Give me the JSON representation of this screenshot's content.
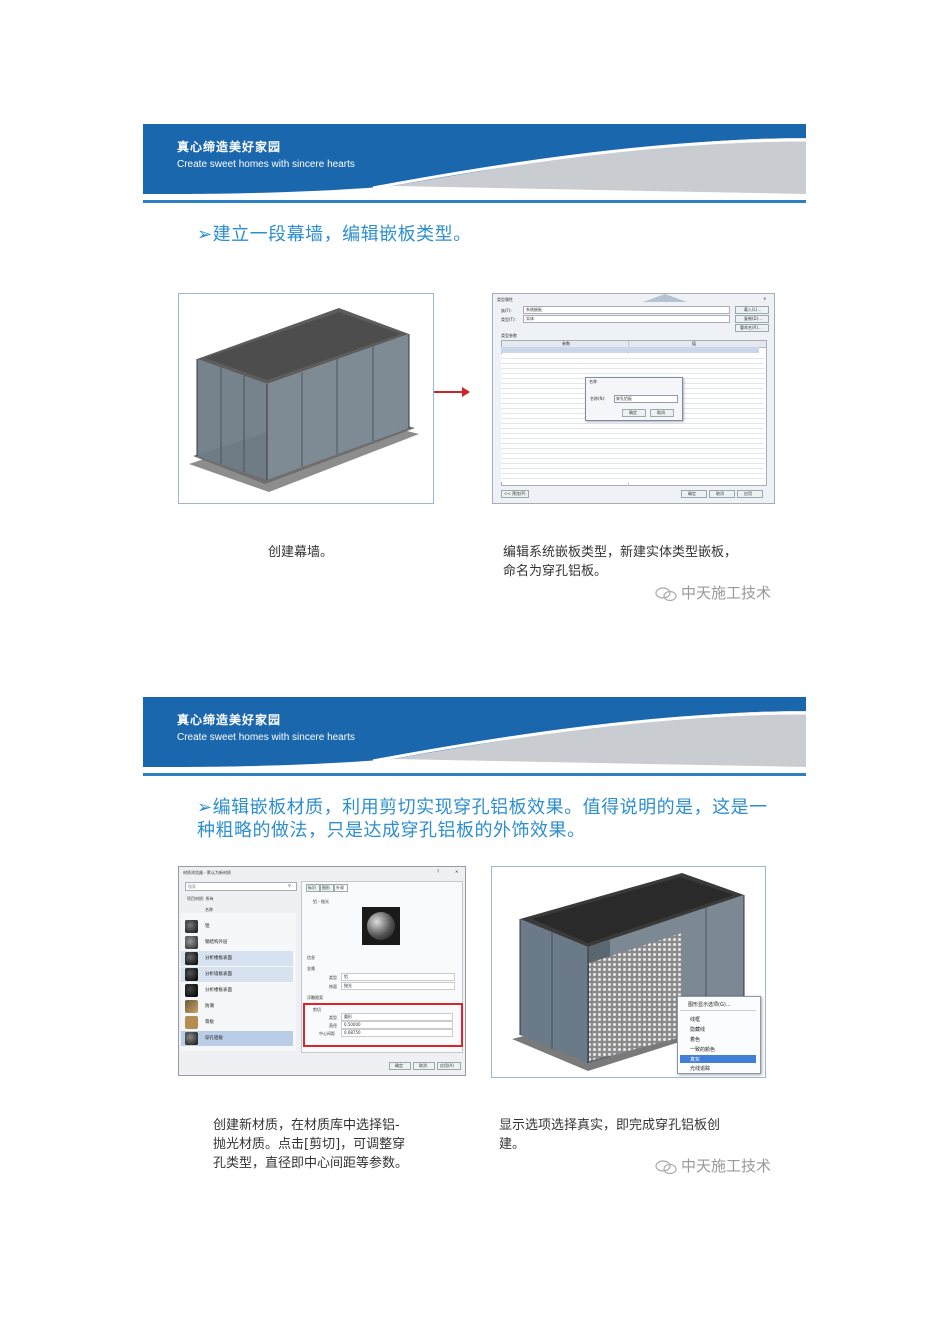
{
  "slides": [
    {
      "banner": {
        "title": "真心缔造美好家园",
        "subtitle": "Create sweet homes with sincere hearts"
      },
      "heading": "➢建立一段幕墙，编辑嵌板类型。",
      "captions": {
        "left": [
          "创建幕墙。"
        ],
        "right": [
          "编辑系统嵌板类型，新建实体类型嵌板，",
          "命名为穿孔铝板。"
        ]
      },
      "watermark": "中天施工技术"
    },
    {
      "banner": {
        "title": "真心缔造美好家园",
        "subtitle": "Create sweet homes with sincere hearts"
      },
      "heading_lines": [
        "➢编辑嵌板材质，利用剪切实现穿孔铝板效果。值得说明的是，这是一",
        "种粗略的做法，只是达成穿孔铝板的外饰效果。"
      ],
      "captions": {
        "left": [
          "创建新材质，在材质库中选择铝-",
          "抛光材质。点击[剪切]，可调整穿",
          "孔类型，直径即中心间距等参数。"
        ],
        "right": [
          "显示选项选择真实，即完成穿孔铝板创",
          "建。"
        ]
      },
      "watermark": "中天施工技术"
    }
  ],
  "type_dialog": {
    "title": "类型属性",
    "family_label": "族(F):",
    "family_value": "系统嵌板",
    "type_label": "类型(T):",
    "type_value": "实体",
    "load_btn": "载入(L)...",
    "dup_btn": "复制(D)...",
    "rename_btn": "重命名(R)...",
    "params_label": "类型参数",
    "col_param": "参数",
    "col_value": "值",
    "new_name_dialog": {
      "title": "名称",
      "name_label": "名称(N):",
      "name_value": "穿孔铝板",
      "ok": "确定",
      "cancel": "取消"
    },
    "preview_btn": "<< 预览(P)",
    "ok": "确定",
    "cancel": "取消",
    "apply": "应用"
  },
  "material_browser": {
    "title": "材质浏览器 - 默认为新材质",
    "search_placeholder": "搜索",
    "filter_label": "项目材质: 所有",
    "name_col": "名称",
    "tabs": [
      "标识",
      "图形",
      "外观"
    ],
    "asset_name": "铝 - 抛光",
    "materials": [
      "铝",
      "钢结构外层",
      "分析楼板表面",
      "分析墙板表面",
      "分析楼板表面",
      "防潮",
      "膏板",
      "穿孔铝板"
    ],
    "sections": {
      "info": "信息",
      "metal": "金属",
      "relief": "浮雕图案",
      "cutout": "剪切"
    },
    "metal_type_label": "类型",
    "metal_type_value": "铝",
    "finish_label": "饰面",
    "finish_value": "抛光",
    "cut_type_label": "类型",
    "cut_type_value": "圆形",
    "diameter_label": "直径",
    "diameter_value": "0.50000",
    "spacing_label": "中心间距",
    "spacing_value": "0.68750",
    "ok": "确定",
    "cancel": "取消",
    "apply": "应用(A)"
  },
  "display_menu": {
    "header": "图形显示选项(G)...",
    "items": [
      "线框",
      "隐藏线",
      "着色",
      "一致的颜色",
      "真实",
      "光线追踪"
    ],
    "selected": "真实"
  },
  "colors": {
    "brand_blue": "#1a67ad",
    "heading_blue": "#2e8fce",
    "arrow_red": "#d0202a",
    "highlight_red": "#d9262d"
  }
}
